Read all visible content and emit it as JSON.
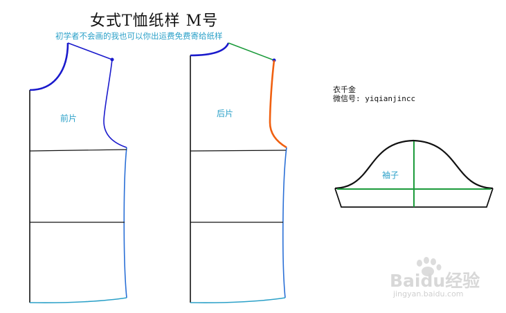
{
  "title": "女式T恤纸样 M号",
  "subtitle": "初学者不会画的我也可以你出运费免费寄给纸样",
  "credit": {
    "line1": "衣千金",
    "line2": "微信号: yiqianjincc"
  },
  "labels": {
    "front": "前片",
    "back": "后片",
    "sleeve": "袖子"
  },
  "watermark": {
    "brand": "Baidu经验",
    "url": "jingyan.baidu.com"
  },
  "colors": {
    "outline": "#111111",
    "neck_armhole": "#1a1acc",
    "side_seam": "#2a6fd6",
    "hem": "#2aa0c8",
    "back_armhole": "#f06010",
    "shoulder": "#1a9a3a",
    "sleeve_axis": "#1a9a3a",
    "label": "#2aa0c8"
  }
}
